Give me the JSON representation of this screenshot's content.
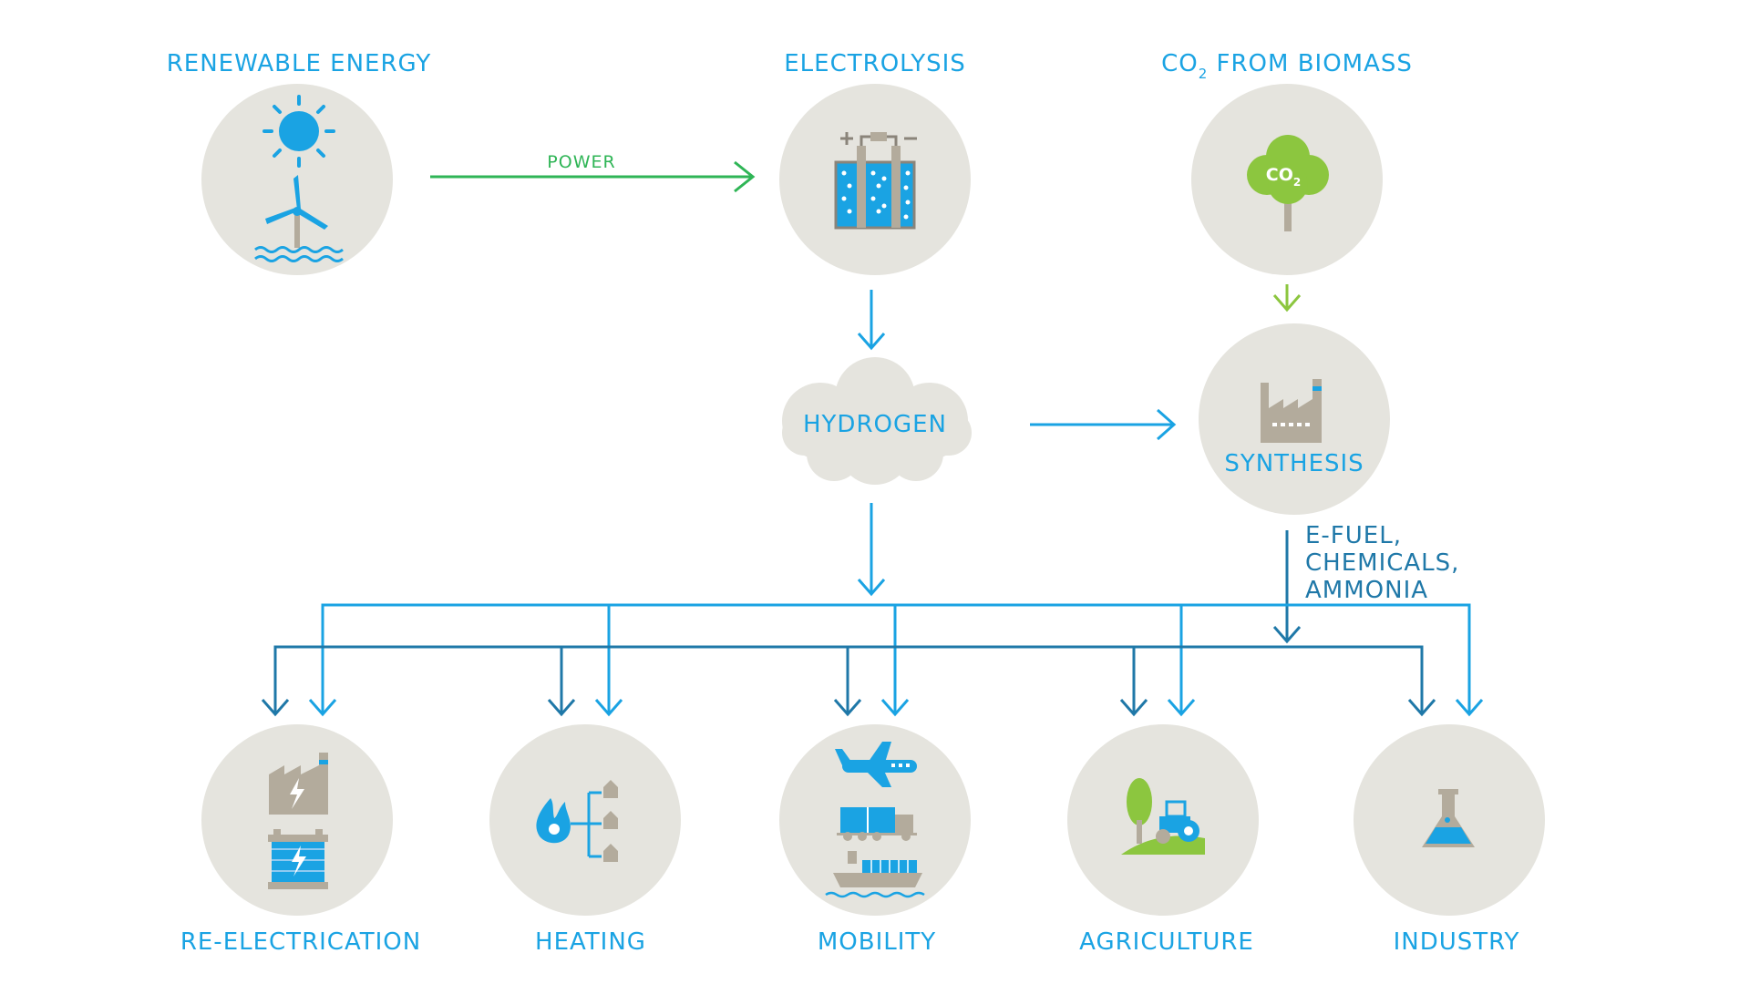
{
  "nodes": {
    "renewable": {
      "label": "RENEWABLE ENERGY"
    },
    "electrolysis": {
      "label": "ELECTROLYSIS"
    },
    "co2_source": {
      "label_prefix": "CO",
      "label_sub": "2",
      "label_suffix": " FROM BIOMASS"
    },
    "hydrogen": {
      "label": "HYDROGEN"
    },
    "synthesis": {
      "label": "SYNTHESIS"
    },
    "tree_co2": {
      "prefix": "CO",
      "sub": "2"
    }
  },
  "edges": {
    "power": {
      "label": "POWER"
    },
    "efuel": {
      "lines": [
        "E-FUEL,",
        "CHEMICALS,",
        "AMMONIA"
      ]
    }
  },
  "outputs": [
    {
      "label": "RE-ELECTRICATION"
    },
    {
      "label": "HEATING"
    },
    {
      "label": "MOBILITY"
    },
    {
      "label": "AGRICULTURE"
    },
    {
      "label": "INDUSTRY"
    }
  ],
  "colors": {
    "hydrogen_blue": "#1aa3e3",
    "efuel_blue": "#1f78a8",
    "power_green": "#2fb556",
    "biomass_green": "#8cc63f",
    "circle_grey": "#e5e4de",
    "icon_grey": "#b3ab9c"
  }
}
